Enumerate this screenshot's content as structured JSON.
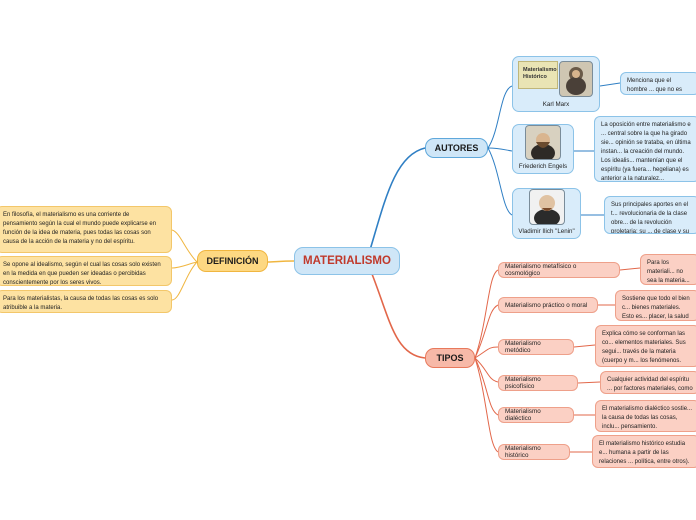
{
  "title": "MATERIALISMO",
  "branches": {
    "definicion": "DEFINICIÓN",
    "autores": "AUTORES",
    "tipos": "TIPOS"
  },
  "definicion_items": [
    "En filosofía, el materialismo es una corriente de pensamiento según la cual el mundo puede explicarse en función de la idea de materia, pues todas las cosas son causa de la acción de la materia y no del espíritu.",
    "Se opone al idealismo, según el cual las cosas solo existen en la medida en que pueden ser ideadas o percibidas conscientemente por los seres vivos.",
    "Para los materialistas, la causa de todas las cosas es solo atribuible a la materia."
  ],
  "autores": [
    {
      "name": "Karl Marx",
      "book": "Materialismo Histórico",
      "desc": "Menciona que el hombre ... que no es Dios quien cre..."
    },
    {
      "name": "Friederich Engels",
      "desc": "La oposición entre materialismo e ... central sobre la que ha girado sie... opinión se trataba, en última instan... la creación del mundo. Los idealis... mantenían que el espíritu (ya fuera... hegeliana) es anterior a la naturalez... materialistas pensaban lo contrario..."
    },
    {
      "name": "Vladimir Ilich \"Lenin\"",
      "desc": "Sus principales aportes en el t... revolucionaria de la clase obre... de la revolución proletaria; su ... de clase y su teoría del imperia..."
    }
  ],
  "tipos": [
    {
      "name": "Materialismo metafísico o cosmológico",
      "desc": "Para los materiali... no sea la materia... material"
    },
    {
      "name": "Materialismo práctico o moral",
      "desc": "Sostiene que todo el bien c... bienes materiales. Esto es... placer, la salud y las pose..."
    },
    {
      "name": "Materialismo metódico",
      "desc": "Explica cómo se conforman las co... elementos materiales. Sus segui... través de la materia (cuerpo y m... los fenómenos."
    },
    {
      "name": "Materialismo psicofísico",
      "desc": "Cualquier actividad del espíritu ... por factores materiales, como la..."
    },
    {
      "name": "Materialismo dialéctico",
      "desc": "El materialismo dialéctico sostie... la causa de todas las cosas, inclu... pensamiento."
    },
    {
      "name": "Materialismo histórico",
      "desc": "El materialismo histórico estudia e... humana a partir de las relaciones ... política, entre otros)."
    }
  ]
}
